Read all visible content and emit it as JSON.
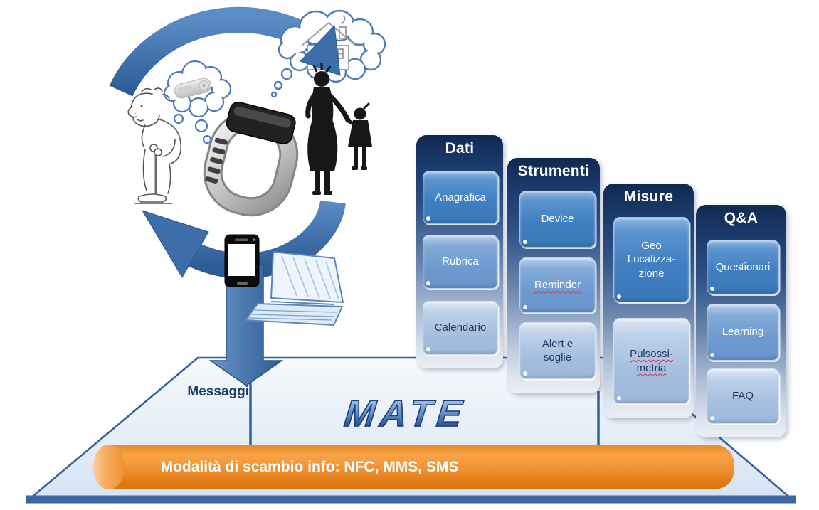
{
  "cycle_illustration": {
    "label_messaggi": "Messaggi",
    "icons": [
      "elderly-man-sketch",
      "thought-bubble-device",
      "wearable-device-pill",
      "fitness-wristband",
      "thought-bubble-house",
      "house-sketch",
      "woman-and-child-silhouette",
      "smartphone-icon",
      "laptop-sketch",
      "cycle-arrows",
      "down-arrow"
    ]
  },
  "platform": {
    "logo_text": "MATE",
    "banner_text": "Modalità di scambio info: NFC, MMS, SMS"
  },
  "panels": [
    {
      "title": "Dati",
      "buttons": [
        {
          "label": "Anagrafica",
          "level": 1
        },
        {
          "label": "Rubrica",
          "level": 2
        },
        {
          "label": "Calendario",
          "level": 3
        }
      ]
    },
    {
      "title": "Strumenti",
      "buttons": [
        {
          "label": "Device",
          "level": 1
        },
        {
          "label": "Reminder",
          "level": 2,
          "misspelled": true
        },
        {
          "label": "Alert e\nsoglie",
          "level": 3
        }
      ]
    },
    {
      "title": "Misure",
      "buttons": [
        {
          "label": "Geo\nLocalizza-\nzione",
          "level": 1
        },
        {
          "label": "Pulsossi-\nmetria",
          "level": 3,
          "misspelled": true
        }
      ]
    },
    {
      "title": "Q&A",
      "buttons": [
        {
          "label": "Questionari",
          "level": 1
        },
        {
          "label": "Learning",
          "level": 2
        },
        {
          "label": "FAQ",
          "level": 3
        }
      ]
    }
  ],
  "colors": {
    "panel_header_navy": "#16305e",
    "button_level1": "#4080c2",
    "button_level2": "#6d9bd0",
    "button_level3": "#a6bfdf",
    "text_navy": "#1f3864",
    "arrow_blue": "#3d6ea9",
    "platform_border": "#31609a",
    "platform_fill": "#e3ebf7",
    "banner_orange": "#ef8d28",
    "spellcheck_red": "#e03030"
  }
}
